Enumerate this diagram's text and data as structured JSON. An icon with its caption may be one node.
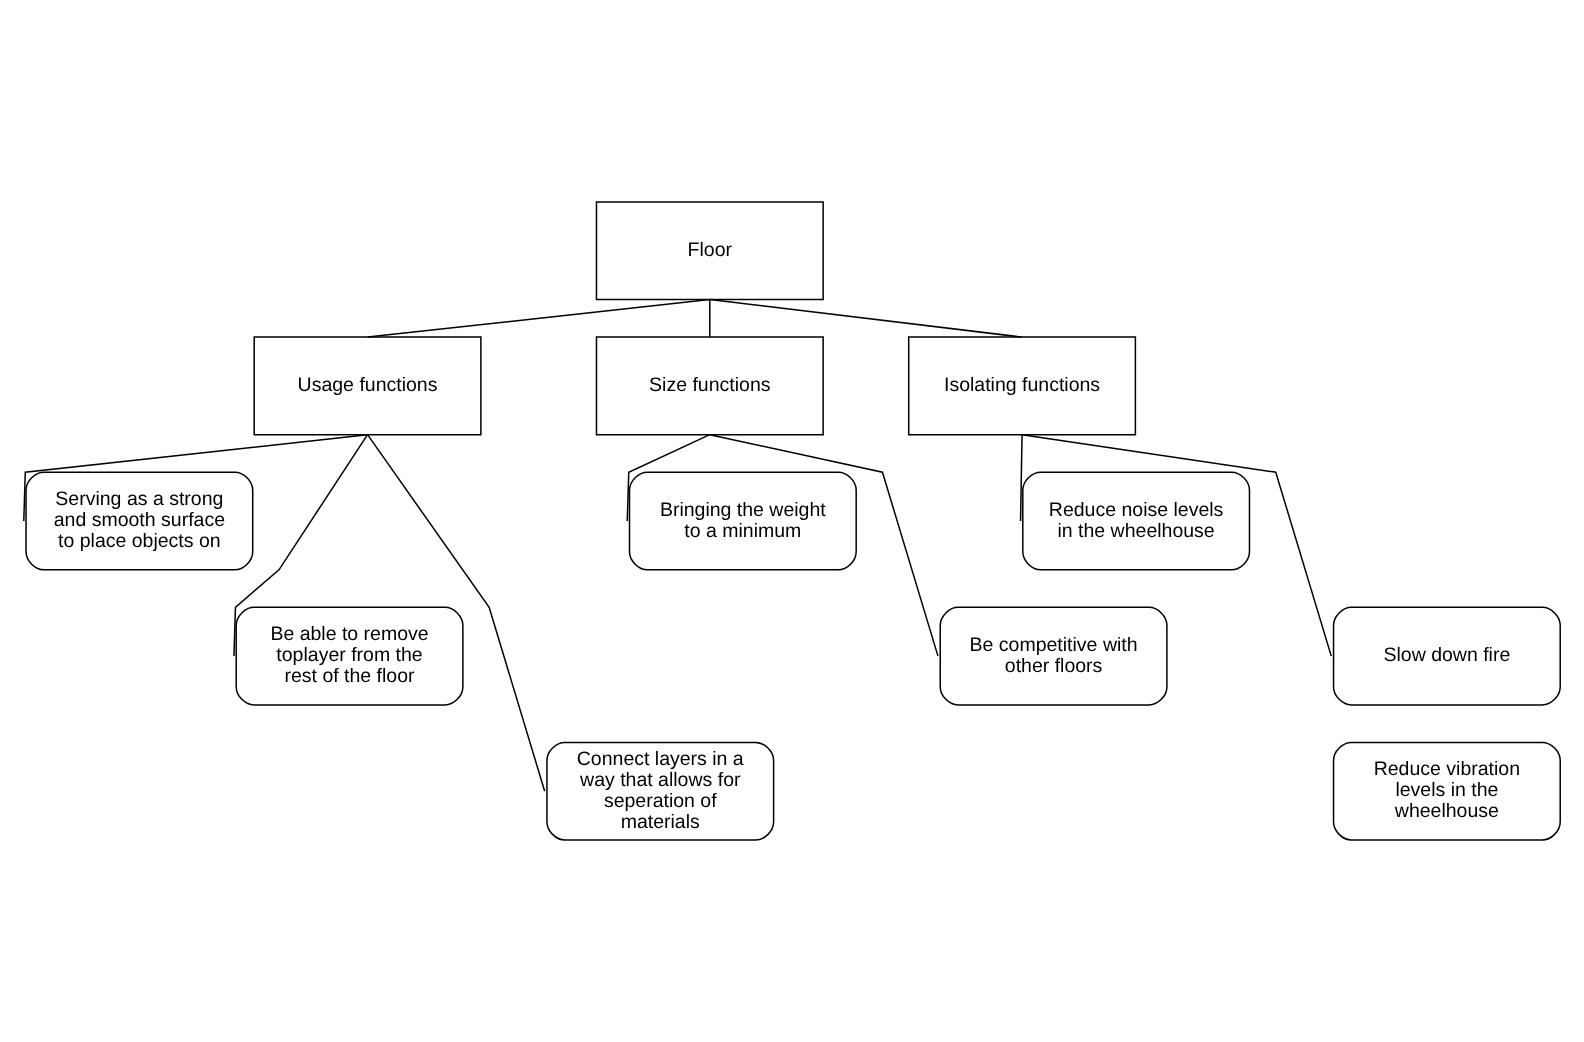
{
  "diagram": {
    "nodes": [
      {
        "text": [
          "Floor"
        ]
      },
      {
        "text": [
          "Usage functions"
        ]
      },
      {
        "text": [
          "Size functions"
        ]
      },
      {
        "text": [
          "Isolating functions"
        ]
      },
      {
        "text": [
          "Serving as a strong and smooth surface to place objects on"
        ]
      },
      {
        "text": [
          "Be able to remove toplayer from the rest of the floor"
        ]
      },
      {
        "text": [
          "Connect layers in a way that allows for seperation of materials"
        ]
      },
      {
        "text": [
          "Bringing the weight to a minimum"
        ]
      },
      {
        "text": [
          "Be competitive with other floors"
        ]
      },
      {
        "text": [
          "Reduce noise levels in the wheelhouse"
        ]
      },
      {
        "text": [
          "Slow down fire"
        ]
      },
      {
        "text": [
          "Reduce vibration levels in the wheelhouse"
        ]
      }
    ],
    "edges": [
      {
        "from": 0,
        "to": 1,
        "arrow": "none"
      },
      {
        "from": 0,
        "to": 2,
        "arrow": "none"
      },
      {
        "from": 0,
        "to": 3,
        "arrow": "none"
      },
      {
        "from": 1,
        "to": 4,
        "arrow": "none"
      },
      {
        "from": 1,
        "to": 5,
        "arrow": "none"
      },
      {
        "from": 1,
        "to": 6,
        "arrow": "none"
      },
      {
        "from": 2,
        "to": 7,
        "arrow": "none"
      },
      {
        "from": 2,
        "to": 8,
        "arrow": "none"
      },
      {
        "from": 3,
        "to": 9,
        "arrow": "none"
      },
      {
        "from": 3,
        "to": 10,
        "arrow": "none"
      }
    ]
  }
}
